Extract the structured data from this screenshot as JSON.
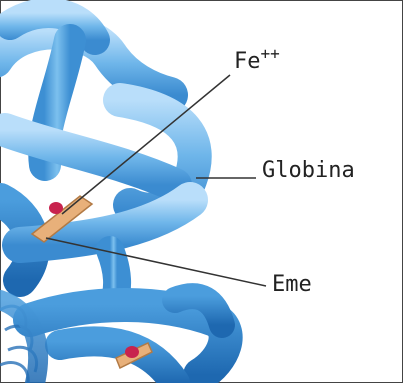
{
  "labels": {
    "iron": "Fe",
    "iron_charge": "++",
    "globin": "Globina",
    "heme": "Eme"
  },
  "colors": {
    "background": "#ffffff",
    "protein_light": "#8ec7ef",
    "protein_mid": "#5aa9e2",
    "protein_dark": "#2f7fc4",
    "heme_plate": "#e8b07a",
    "iron_atom": "#c8234e",
    "leader_line": "#333333",
    "label_text": "#222222"
  }
}
